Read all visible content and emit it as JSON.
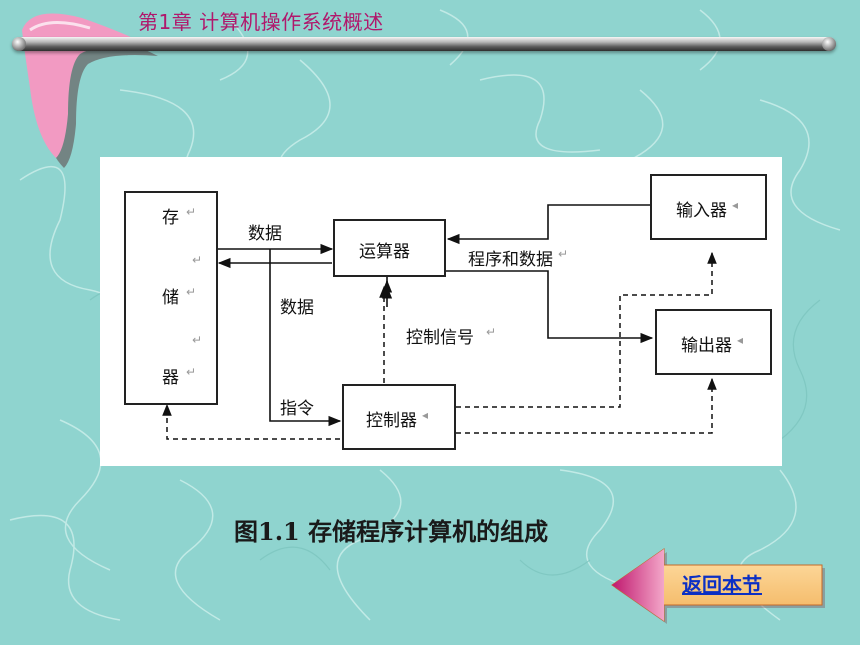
{
  "header": {
    "chapter_title": "第1章  计算机操作系统概述"
  },
  "diagram": {
    "storage_chars": [
      "存",
      "储",
      "器"
    ],
    "alu": "运算器",
    "input": "输入器",
    "output": "输出器",
    "controller": "控制器",
    "label_data_top": "数据",
    "label_data_mid": "数据",
    "label_instruction": "指令",
    "label_program_data": "程序和数据",
    "label_control_signal": "控制信号",
    "para_mark": "↵",
    "small_mark": "◂"
  },
  "caption": "图1.1   存储程序计算机的组成",
  "nav": {
    "back_label": "返回本节"
  },
  "colors": {
    "background": "#8fd4cf",
    "title": "#b0186c",
    "link": "#0b2fc4",
    "button": "#f9c27a"
  }
}
